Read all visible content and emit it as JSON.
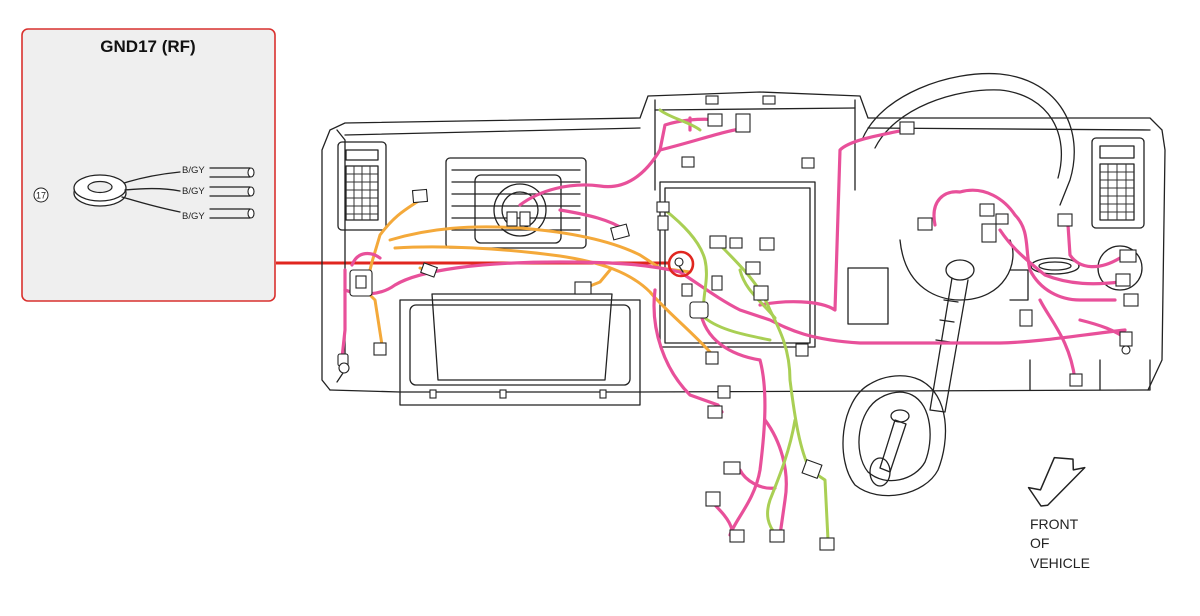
{
  "callout": {
    "title": "GND17 (RF)",
    "ref_number": "17",
    "wire_labels": [
      "B/GY",
      "B/GY",
      "B/GY"
    ]
  },
  "orientation": {
    "line1": "FRONT",
    "line2": "OF",
    "line3": "VEHICLE"
  },
  "colors": {
    "callout_border": "#d9312e",
    "callout_fill": "#efefef",
    "leader_line": "#e0261f",
    "harness_main": "#e8509a",
    "harness_orange": "#f4a93a",
    "harness_green": "#a9cf54"
  }
}
